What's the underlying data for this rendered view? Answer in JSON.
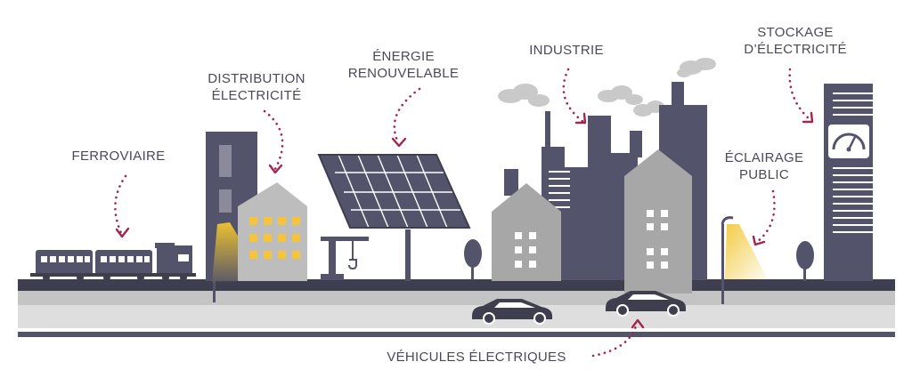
{
  "labels": {
    "ferroviaire": "FERROVIAIRE",
    "distribution_line1": "DISTRIBUTION",
    "distribution_line2": "ÉLECTRICITÉ",
    "energie_line1": "ÉNERGIE",
    "energie_line2": "RENOUVELABLE",
    "industrie": "INDUSTRIE",
    "stockage_line1": "STOCKAGE",
    "stockage_line2": "D’ÉLECTRICITÉ",
    "eclairage_line1": "ÉCLAIRAGE",
    "eclairage_line2": "PUBLIC",
    "vehicules": "VÉHICULES ÉLECTRIQUES"
  },
  "colors": {
    "dark_building": "#53536b",
    "grey_building": "#a7a7a7",
    "window_light": "#f5c43b",
    "arrow": "#a2244f",
    "text": "#4a4a55"
  },
  "icons": {
    "train": "train-icon",
    "solar_panel": "solar-panel-icon",
    "crane": "crane-icon",
    "factory": "factory-icon",
    "battery_gauge": "gauge-icon",
    "street_lamp": "street-lamp-icon",
    "car": "car-icon",
    "tree": "tree-icon"
  }
}
